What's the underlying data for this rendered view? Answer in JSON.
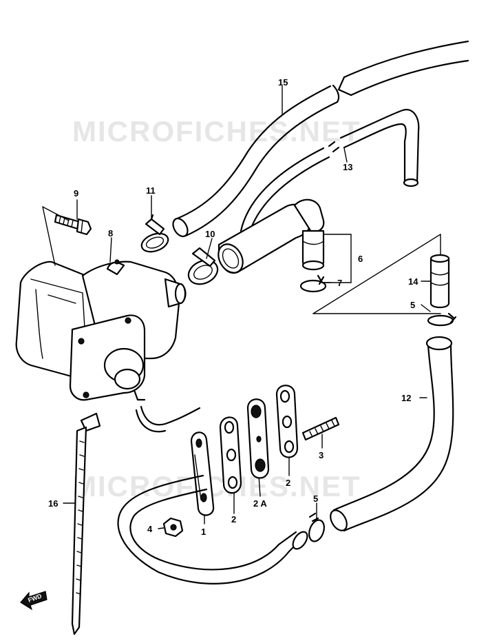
{
  "watermark": "MICROFICHES.NET",
  "forward_mark": "FWD",
  "callouts": {
    "c1": "1",
    "c2a": "2",
    "c2b": "2",
    "c2A": "2 A",
    "c3": "3",
    "c4": "4",
    "c5a": "5",
    "c5b": "5",
    "c6": "6",
    "c7": "7",
    "c8": "8",
    "c9": "9",
    "c10": "10",
    "c11": "11",
    "c12": "12",
    "c13": "13",
    "c14": "14",
    "c15": "15",
    "c16": "16"
  }
}
